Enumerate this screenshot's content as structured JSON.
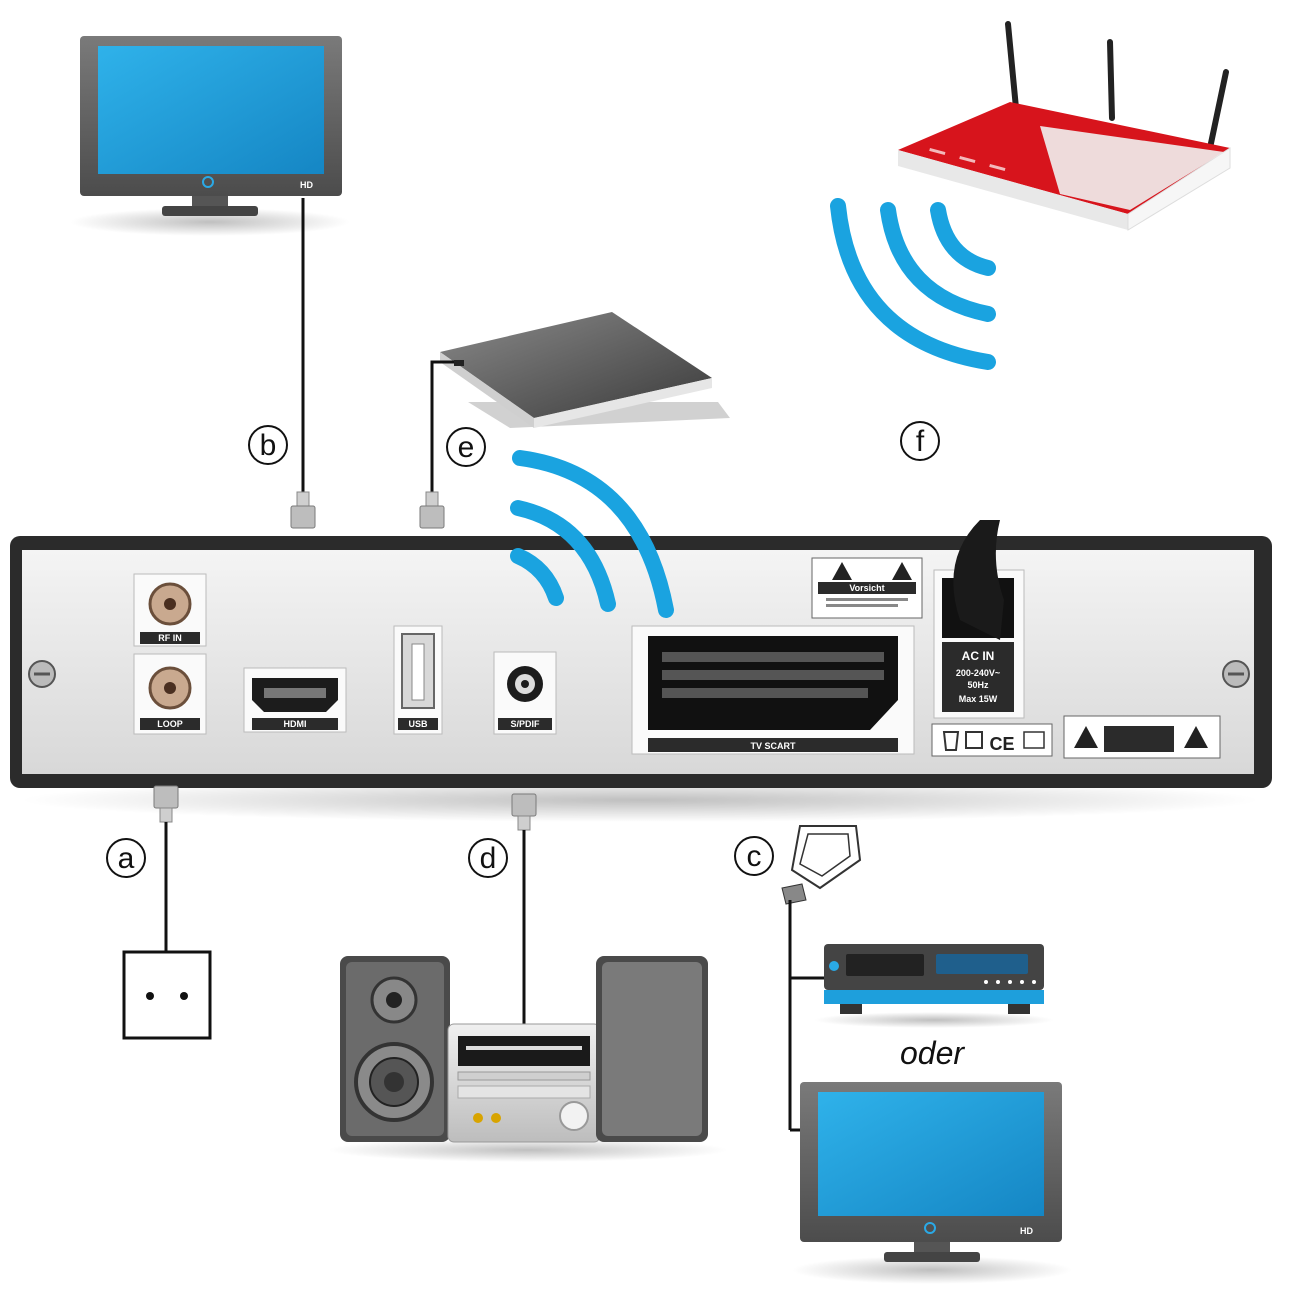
{
  "callouts": {
    "a": "a",
    "b": "b",
    "c": "c",
    "d": "d",
    "e": "e",
    "f": "f"
  },
  "or_text": "oder",
  "tv_badge": "HD",
  "receiver": {
    "port_rf_in": "RF IN",
    "port_loop": "LOOP",
    "port_hdmi": "HDMI",
    "port_usb": "USB",
    "port_spdif": "S/PDIF",
    "port_scart": "TV SCART",
    "warning_label": "Vorsicht",
    "ac_in": "AC IN",
    "ac_rating_1": "200-240V~",
    "ac_rating_2": "50Hz",
    "ac_rating_3": "Max 15W",
    "ce_mark": "CE"
  },
  "colors": {
    "screen_blue": "#1e9fdc",
    "wifi_blue": "#1aa3e0",
    "router_red": "#d7141c",
    "panel_dark": "#2b2b2b",
    "panel_light": "#ececec"
  }
}
